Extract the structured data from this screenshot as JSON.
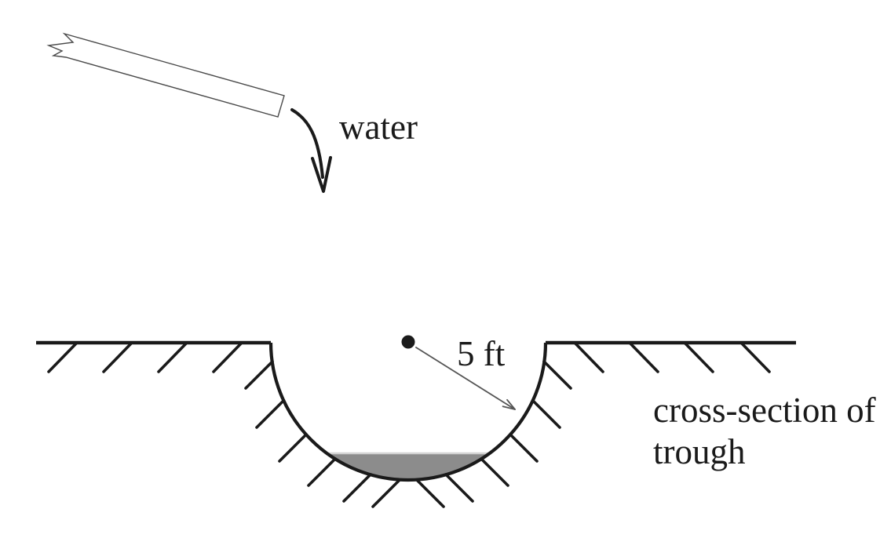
{
  "diagram": {
    "type": "cross-section sketch of a semicircular water trough",
    "water_label": "water",
    "radius_label": "5 ft",
    "caption_line1": "cross-section of",
    "caption_line2": "trough"
  },
  "colors": {
    "ink": "#1a1a1a",
    "chute_outline": "#4a4a4a",
    "radius_arrow": "#555555",
    "water_fill": "#8c8c8c",
    "water_surface_line": "#d4d4d4",
    "background": "#ffffff"
  }
}
